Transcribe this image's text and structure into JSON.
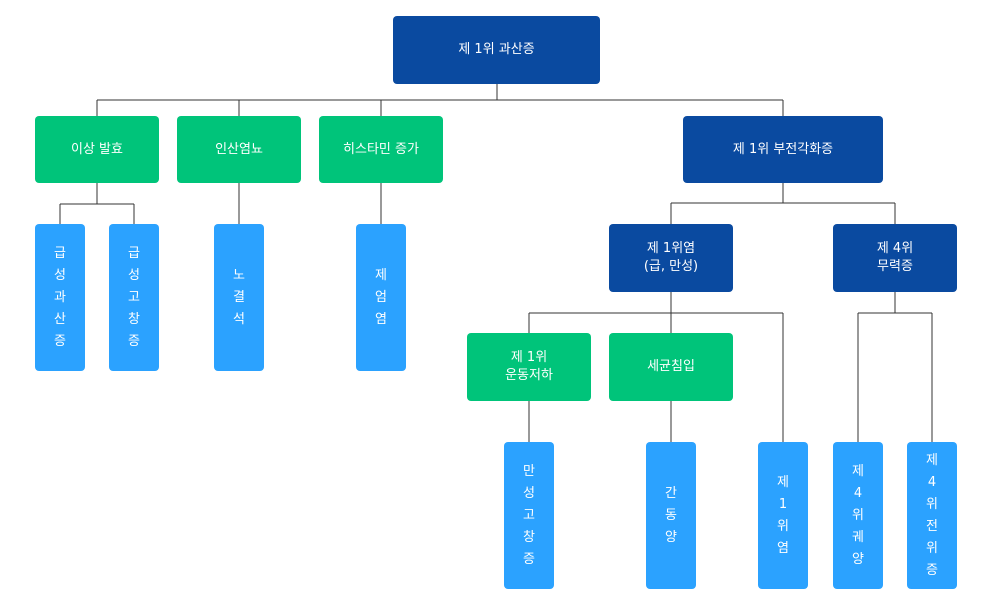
{
  "colors": {
    "navy": "#0a4aa0",
    "green": "#00c47a",
    "blue": "#2ba2ff",
    "line": "#333333"
  },
  "root": "제 1위 과산증",
  "level1": {
    "n1": "이상 발효",
    "n2": "인산염뇨",
    "n3": "히스타민 증가",
    "n4": "제 1위 부전각화증"
  },
  "level2": {
    "n1": "제 1위염\n(급, 만성)",
    "n2": "제 4위\n무력증"
  },
  "level3": {
    "n1": "제 1위\n운동저하",
    "n2": "세균침입"
  },
  "leaves": {
    "a": "급성과산증",
    "b": "급성고창증",
    "c": "노결석",
    "d": "제엄염",
    "e": "만성고창증",
    "f": "간동양",
    "g": "제1위염",
    "h": "제4위궤양",
    "i": "제4위전위증"
  }
}
